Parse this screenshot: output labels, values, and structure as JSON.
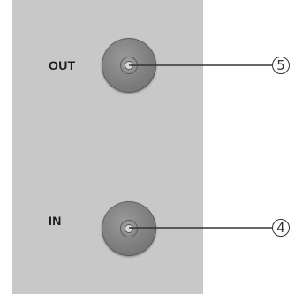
{
  "panel": {
    "labels": {
      "out": "OUT",
      "in": "IN"
    }
  },
  "connectors": [
    {
      "id": "out",
      "callout": "5"
    },
    {
      "id": "in",
      "callout": "4"
    }
  ],
  "colors": {
    "panel": "#c8c8c8",
    "connector": "#838383",
    "leader_line": "#333333"
  }
}
